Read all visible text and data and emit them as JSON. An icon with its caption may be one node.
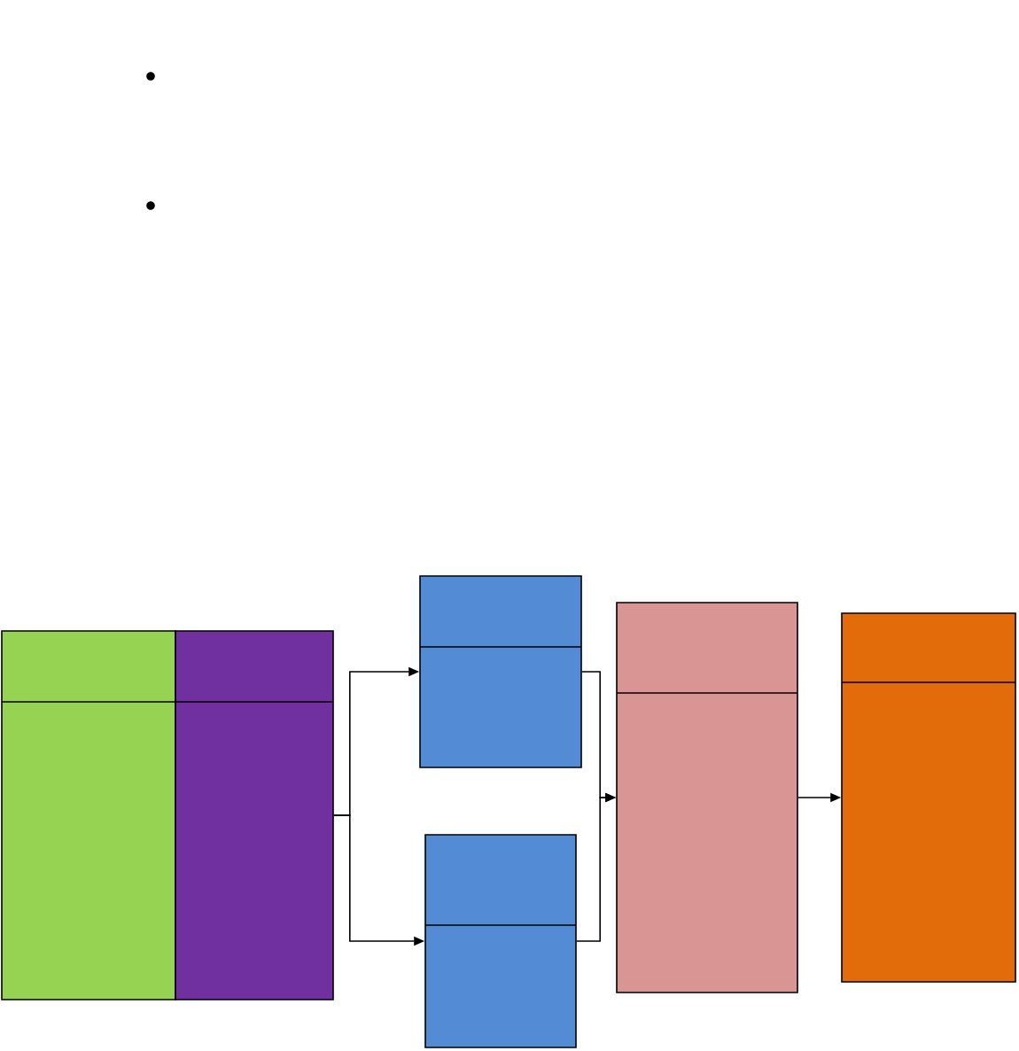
{
  "diagram": {
    "nodes": [
      {
        "text": [],
        "shape": "box"
      },
      {
        "text": [],
        "shape": "box"
      },
      {
        "text": [],
        "shape": "box"
      },
      {
        "text": [],
        "shape": "box"
      },
      {
        "text": [],
        "shape": "box"
      },
      {
        "text": [],
        "shape": "box"
      }
    ],
    "edges": [
      {
        "from": 1,
        "to": 2,
        "arrow": "to"
      },
      {
        "from": 1,
        "to": 3,
        "arrow": "to"
      },
      {
        "from": 2,
        "to": 4,
        "arrow": "to"
      },
      {
        "from": 3,
        "to": 4,
        "arrow": "to"
      },
      {
        "from": 4,
        "to": 5,
        "arrow": "to"
      }
    ]
  }
}
